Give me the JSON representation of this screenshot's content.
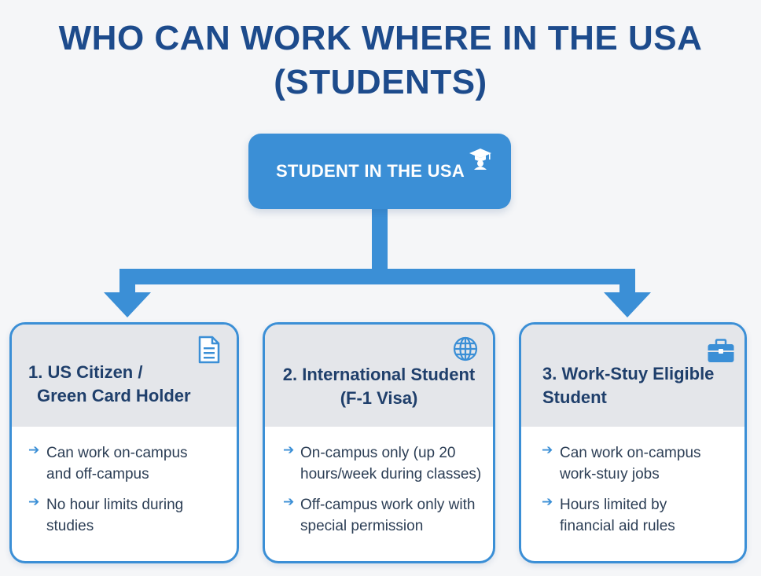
{
  "title": {
    "line1": "WHO CAN WORK WHERE IN THE USA",
    "line2": "(STUDENTS)"
  },
  "root": {
    "label": "STUDENT IN THE USA",
    "icon": "graduation-cap-icon"
  },
  "colors": {
    "title": "#1d4b8c",
    "accent": "#3b8fd6",
    "card_header_bg": "#e4e6ea",
    "body_text": "#2c3e55"
  },
  "cards": [
    {
      "title_line1": "1. US Citizen /",
      "title_line2": "Green Card Holder",
      "icon": "document-icon",
      "bullets": [
        {
          "line1": "Can work on-campus",
          "line2": "and off-campus"
        },
        {
          "line1": "No hour limits during",
          "line2": "studies"
        }
      ]
    },
    {
      "title_line1": "2. International Student",
      "title_line2": "(F-1 Visa)",
      "icon": "globe-icon",
      "bullets": [
        {
          "line1": "On-campus only (up 20",
          "line2": "hours/week during classes)"
        },
        {
          "line1": "Off-campus work only with",
          "line2": "special permission"
        }
      ]
    },
    {
      "title_line1": "3. Work-Stuy Eligible",
      "title_line2": "Student",
      "icon": "briefcase-icon",
      "bullets": [
        {
          "line1": "Can work on-campus",
          "line2": "work-stuıy jobs"
        },
        {
          "line1": "Hours limited by",
          "line2": "financial aid rules"
        }
      ]
    }
  ]
}
